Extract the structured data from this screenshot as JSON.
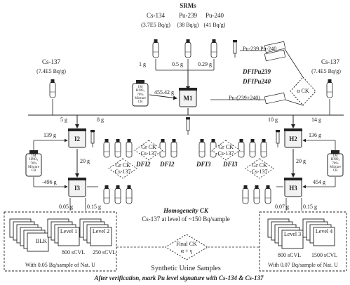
{
  "srms": {
    "title": "SRMs",
    "cs134": {
      "name": "Cs-134",
      "activity": "(3.7E5 Bq/g)"
    },
    "pu239": {
      "name": "Pu-239",
      "activity": "(38 Bq/g)"
    },
    "pu240": {
      "name": "Pu-240",
      "activity": "(41 Bq/g)"
    },
    "masses": [
      "1 g",
      "0.5 g",
      "0.29 g"
    ]
  },
  "cs137_left": {
    "name": "Cs-137",
    "activity": "(7.4E5 Bq/g)"
  },
  "cs137_right": {
    "name": "Cs-137",
    "activity": "(7.4E5 Bq/g)"
  },
  "dfi": {
    "pu239_label": "DFIPu239",
    "pu240_label": "DFIPu240",
    "pu239_240_label": "Pu-239 Pu-240",
    "pu239plus240_label": "Pu-(239+240)",
    "ck": "α CK"
  },
  "m1": {
    "label": "M1",
    "acid_bottle": "1M HNO₃ 70% Mixture CR",
    "mass": "455.42 g"
  },
  "level2": {
    "i2": "I2",
    "h2": "H2",
    "left_mass": "139 g",
    "right_mass": "136 g",
    "left_top": "5 g",
    "right_top": "10 g",
    "top_mass2": "8 g",
    "top_mass3": "14 g",
    "left_down": "20 g",
    "right_down": "20 g"
  },
  "ck_boxes": [
    {
      "line1": "Gr CK",
      "line2": "Cs-137"
    },
    {
      "line1": "Gr CK",
      "line2": "Cs-137"
    },
    {
      "line1": "Gr CK",
      "line2": "Cs-137"
    },
    {
      "line1": "Gr CK",
      "line2": "Cs-137"
    }
  ],
  "dfi_labels": [
    "DFI2",
    "DFI2",
    "DFI3",
    "DFI3"
  ],
  "level3": {
    "i3": "I3",
    "h3": "H3",
    "left_mass": "-496 g",
    "right_mass": "454 g",
    "left_a": "0.05 g",
    "left_b": "0.15 g",
    "right_a": "0.07 g",
    "right_b": "0.15 g"
  },
  "homogeneity": {
    "title": "Homogeneity CK",
    "line": "Cs-137 at level of ~150 Bq/sample"
  },
  "left_group": {
    "labels": [
      "BLK",
      "Level 1",
      "Level 2"
    ],
    "volumes": [
      "800 sCVL",
      "250 sCVL"
    ],
    "caption": "With 0.05 Bq/sample of Nat. U"
  },
  "right_group": {
    "labels": [
      "Level 3",
      "Level 4"
    ],
    "volumes": [
      "800 sCVL",
      "1500 sCVL"
    ],
    "caption": "With 0.07 Bq/sample of Nat. U"
  },
  "center_ck": {
    "line1": "Final CK",
    "line2": "α + γ"
  },
  "synthetic_label": "Synthetic Urine Samples",
  "footer": "After verification, mark Pu level signature with Cs-134 & Cs-137",
  "colors": {
    "ink": "#222222",
    "box": "#f2f2f2",
    "bottle": "#ffffff"
  }
}
